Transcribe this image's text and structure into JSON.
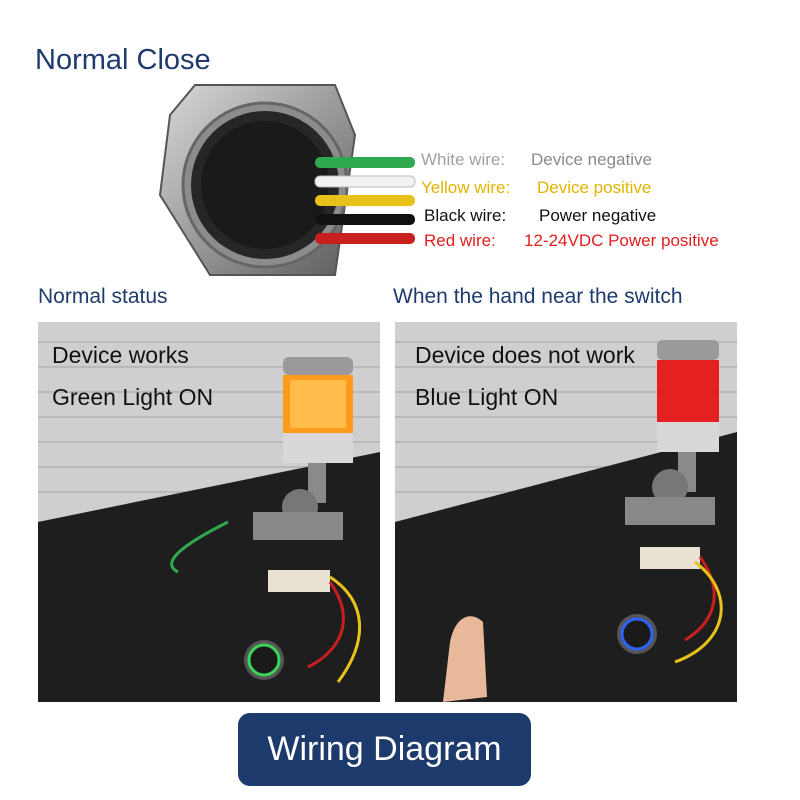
{
  "title": "Normal Close",
  "wires": [
    {
      "label": "White wire:",
      "desc": "Device negative",
      "label_color": "#a0a0a0",
      "desc_color": "#8a8a8a"
    },
    {
      "label": "Yellow wire:",
      "desc": "Device positive",
      "label_color": "#e3b400",
      "desc_color": "#e3b400"
    },
    {
      "label": "Black wire:",
      "desc": "Power negative",
      "label_color": "#111111",
      "desc_color": "#111111"
    },
    {
      "label": "Red wire:",
      "desc": "12-24VDC Power positive",
      "label_color": "#e11d1d",
      "desc_color": "#e11d1d"
    }
  ],
  "normal_status": {
    "heading": "Normal status",
    "line1": "Device works",
    "line2": "Green Light ON"
  },
  "hand_near": {
    "heading": "When the hand near the switch",
    "line1": "Device does not work",
    "line2": "Blue Light ON"
  },
  "wiring_button": "Wiring Diagram",
  "colors": {
    "heading": "#1f3b6e",
    "button_bg": "#1c3a6c"
  }
}
